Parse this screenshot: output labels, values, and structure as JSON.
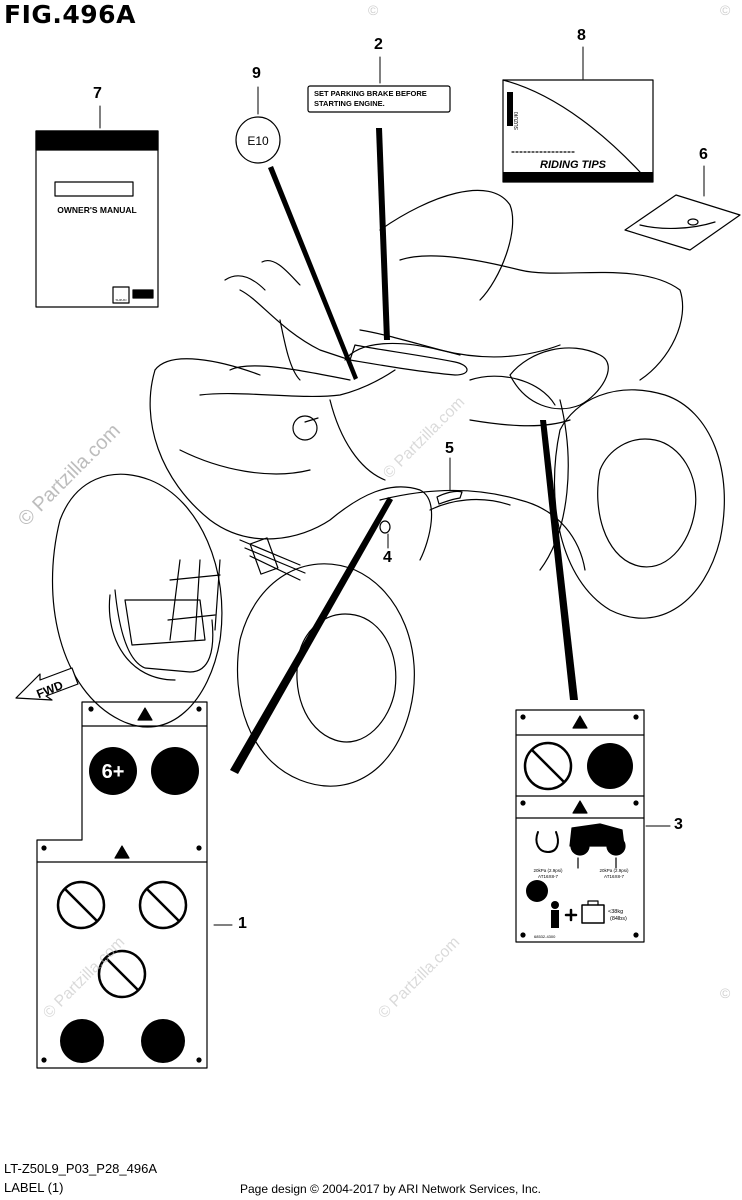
{
  "figure": {
    "title": "FIG.496A"
  },
  "callouts": [
    {
      "id": "1",
      "label": "1"
    },
    {
      "id": "2",
      "label": "2"
    },
    {
      "id": "3",
      "label": "3"
    },
    {
      "id": "4",
      "label": "4"
    },
    {
      "id": "5",
      "label": "5"
    },
    {
      "id": "6",
      "label": "6"
    },
    {
      "id": "7",
      "label": "7"
    },
    {
      "id": "8",
      "label": "8"
    },
    {
      "id": "9",
      "label": "9"
    }
  ],
  "labels": {
    "parking_brake": {
      "line1": "SET PARKING BRAKE BEFORE",
      "line2": "STARTING ENGINE."
    },
    "fuel_label": "E10",
    "owners_manual": {
      "title": "OWNER'S MANUAL",
      "brand": "SUZUKI"
    },
    "riding_tips": {
      "title": "RIDING TIPS",
      "brand": "SUZUKI"
    },
    "age_label": "6+",
    "tire_label": {
      "front": "20kPa (2.9psi)",
      "front_size": "AT16X8-7",
      "rear": "20kPa (2.9psi)",
      "rear_size": "AT16X8-7",
      "load": "<38kg",
      "load_lbs": "(84lbs)",
      "part_no": "68532-4300"
    },
    "fwd": "FWD"
  },
  "watermarks": {
    "main": "© Partzilla.com",
    "mark": "©"
  },
  "footer": {
    "model_code": "LT-Z50L9_P03_P28_496A",
    "group": "LABEL (1)",
    "copyright": "Page design © 2004-2017 by ARI Network Services, Inc."
  }
}
